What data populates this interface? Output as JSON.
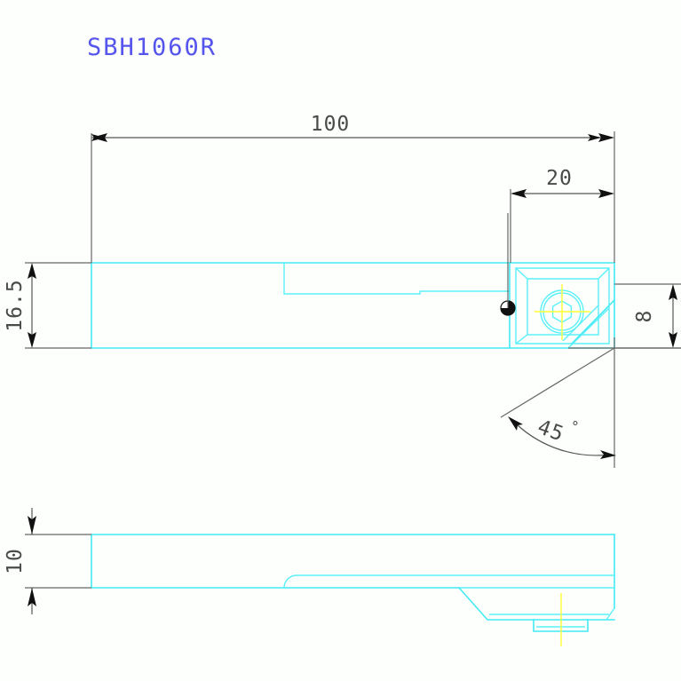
{
  "drawing": {
    "title": "SBH1060R",
    "title_color": "#5555ee",
    "part_color": "#43eaf5",
    "centerline_color": "#ffff33",
    "dimension_color": "#555555",
    "background_color": "#fdfffc"
  },
  "dimensions": {
    "overall_length": "100",
    "head_length": "20",
    "shank_height": "16.5",
    "head_offset": "8",
    "side_thickness": "10",
    "angle": "45",
    "angle_symbol": "°"
  },
  "views": {
    "top_view_name": "top-view",
    "side_view_name": "side-view"
  },
  "annotations": {
    "point_marker": "datum-point-marker",
    "screw_head": "hex-socket-screw",
    "chamfer": "45-degree-chamfer"
  }
}
